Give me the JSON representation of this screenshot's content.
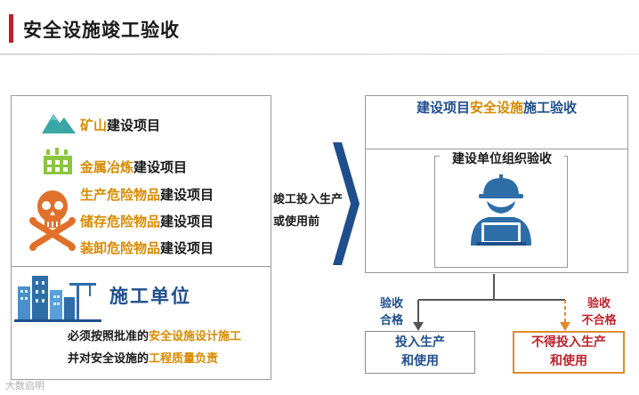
{
  "header": {
    "title": "安全设施竣工验收"
  },
  "left_panel": {
    "projects": [
      {
        "prefix": "矿山",
        "suffix": "建设项目"
      },
      {
        "prefix": "金属冶炼",
        "suffix": "建设项目"
      },
      {
        "prefix": "生产危险物品",
        "suffix": "建设项目"
      },
      {
        "prefix": "储存危险物品",
        "suffix": "建设项目"
      },
      {
        "prefix": "装卸危险物品",
        "suffix": "建设项目"
      }
    ],
    "unit_title": "施工单位",
    "desc_line1": {
      "a": "必须按照批准的",
      "b": "安全设施设计施工"
    },
    "desc_line2": {
      "a": "并对安全设施的",
      "b": "工程质量负责"
    }
  },
  "condition": {
    "line1": "竣工投入生产",
    "line2": "或使用前"
  },
  "right_panel": {
    "title_a": "建设项目",
    "title_b": "安全设施",
    "title_c": "施工验收",
    "inner_label": "建设单位组织验收"
  },
  "results": {
    "pass_label_1": "验收",
    "pass_label_2": "合格",
    "fail_label_1": "验收",
    "fail_label_2": "不合格",
    "pass_line1": "投入生产",
    "pass_line2": "和使用",
    "fail_line1": "不得投入生产",
    "fail_line2": "和使用"
  },
  "watermark": "大数启明",
  "icons": [
    "mountain-icon",
    "factory-icon",
    "skull-crossbones-icon",
    "city-buildings-icon",
    "chevron-right-icon",
    "worker-laptop-icon"
  ],
  "colors": {
    "accent_red": "#c0202a",
    "orange": "#d98a00",
    "blue": "#1f4e8c",
    "fail_border": "#e08a2a"
  }
}
